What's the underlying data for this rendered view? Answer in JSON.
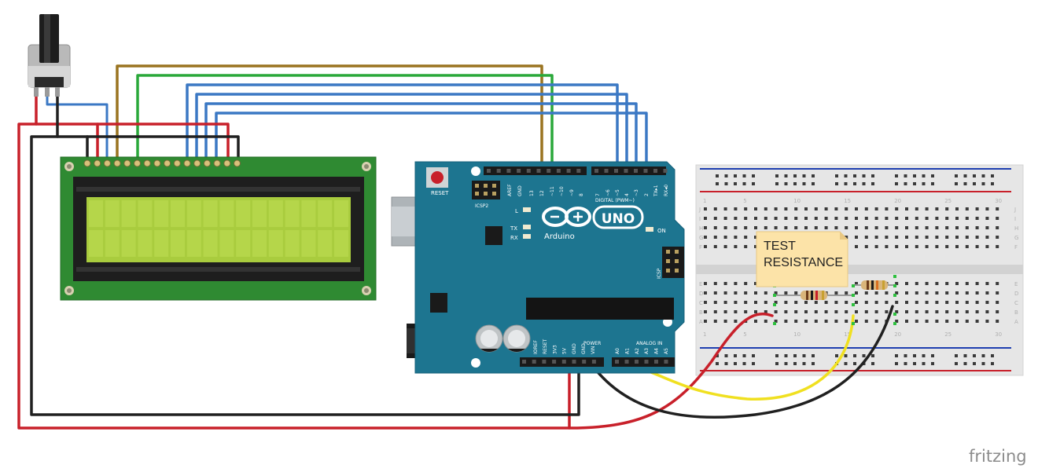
{
  "diagram": {
    "components": {
      "potentiometer": {
        "name": "potentiometer"
      },
      "lcd": {
        "name": "16x2 LCD"
      },
      "arduino": {
        "logo_text": "UNO",
        "brand": "Arduino",
        "reset_label": "RESET",
        "icsp2_label": "ICSP2",
        "icsp_label": "ICSP",
        "led_l": "L",
        "led_tx": "TX",
        "led_rx": "RX",
        "led_on": "ON",
        "digital_label": "DIGITAL (PWM~)",
        "power_label": "POWER",
        "analog_label": "ANALOG IN",
        "digital_pins": [
          "AREF",
          "GND",
          "13",
          "12",
          "~11",
          "~10",
          "~9",
          "8",
          "7",
          "~6",
          "~5",
          "4",
          "~3",
          "2",
          "TX▸1",
          "RX◂0"
        ],
        "power_pins": [
          "IOREF",
          "RESET",
          "3V3",
          "5V",
          "GND",
          "GND",
          "VIN"
        ],
        "analog_pins": [
          "A0",
          "A1",
          "A2",
          "A3",
          "A4",
          "A5"
        ]
      },
      "breadboard": {
        "row_labels_top": [
          "J",
          "I",
          "H",
          "G",
          "F"
        ],
        "row_labels_bottom": [
          "E",
          "D",
          "C",
          "B",
          "A"
        ],
        "column_numbers": [
          "1",
          "5",
          "10",
          "15",
          "20",
          "25",
          "30"
        ]
      },
      "note": {
        "line1": "TEST",
        "line2": "RESISTANCE"
      }
    },
    "watermark": "fritzing",
    "colors": {
      "wire_red": "#c8202a",
      "wire_black": "#202020",
      "wire_blue": "#3b78c4",
      "wire_green": "#2aa83a",
      "wire_brown": "#9a7420",
      "wire_yellow": "#f0e020",
      "arduino_board": "#1d7590",
      "lcd_pcb": "#2f8a32",
      "lcd_screen": "#a9cc3e",
      "breadboard": "#e9e9e9"
    }
  }
}
